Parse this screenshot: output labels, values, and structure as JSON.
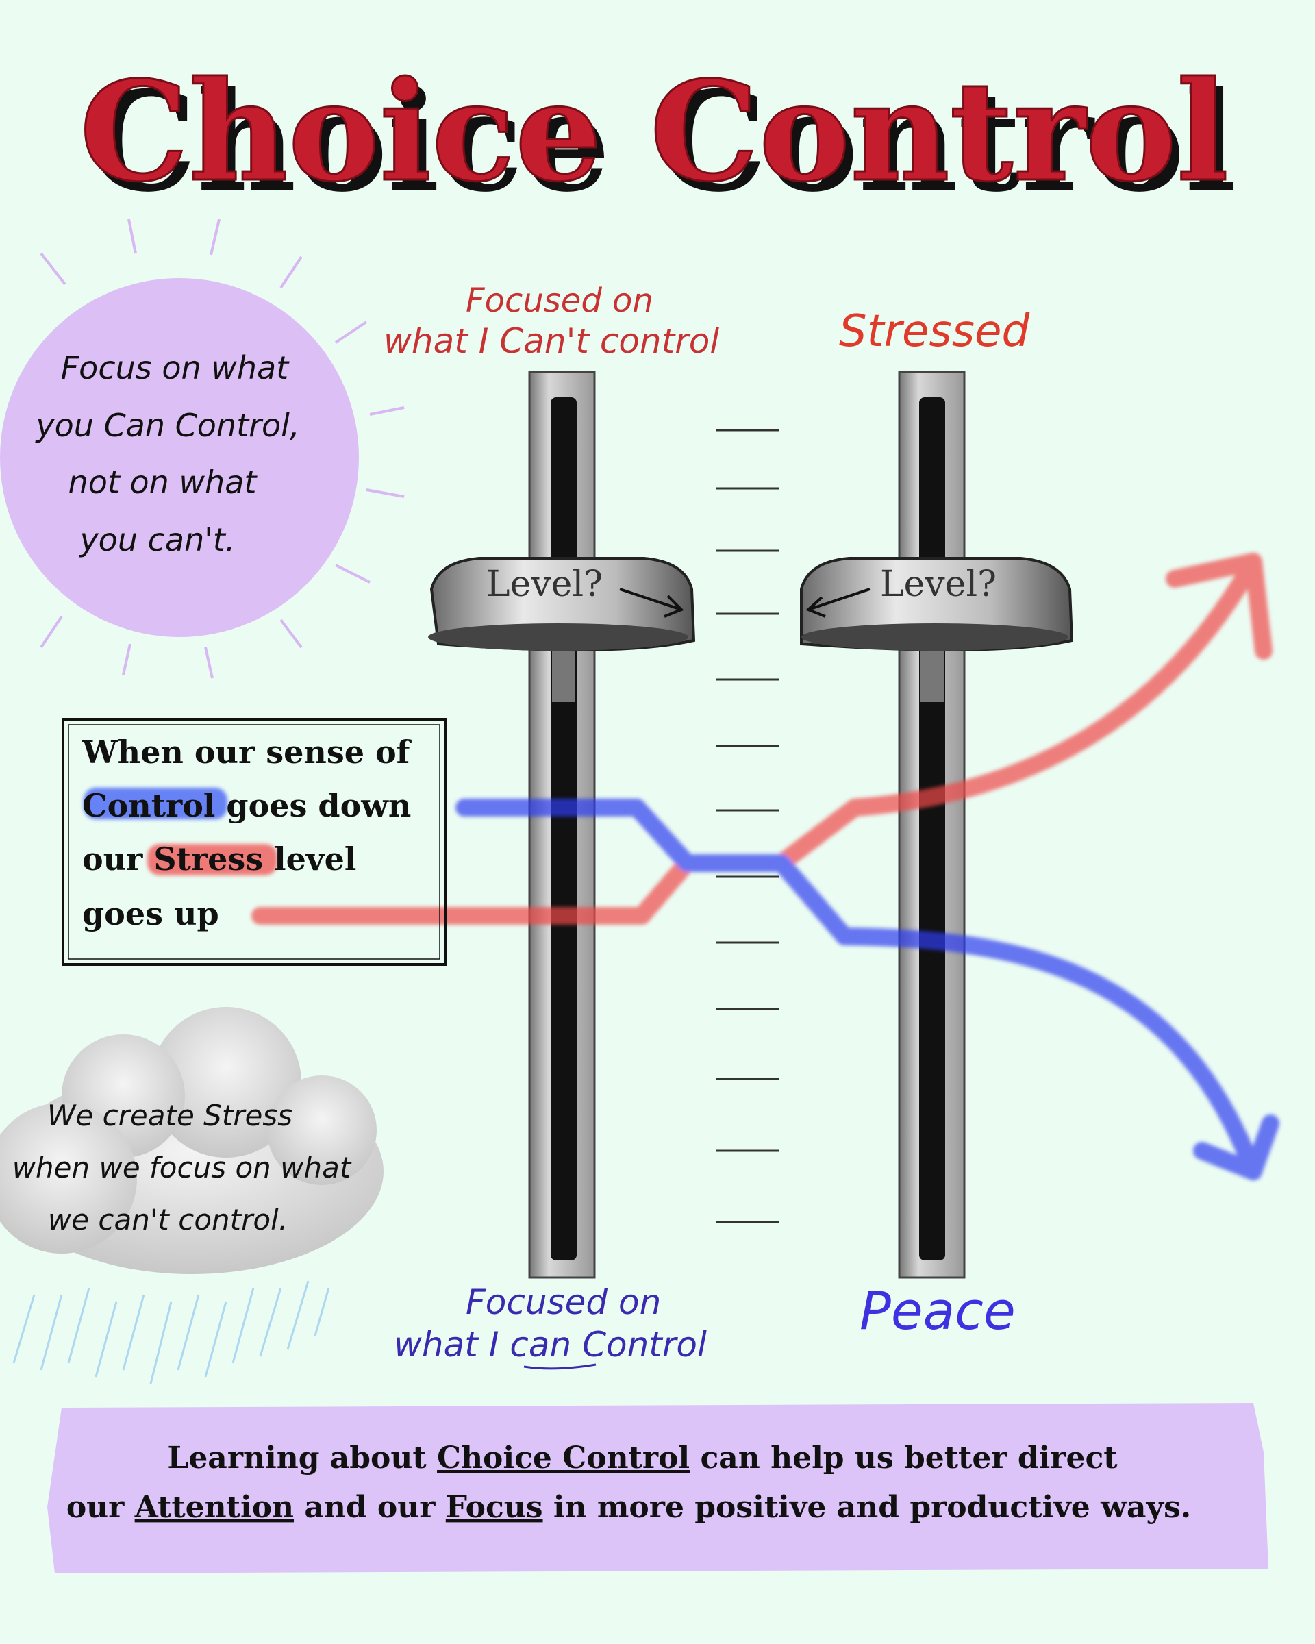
{
  "title": "Choice Control",
  "colors": {
    "background": "#ebfcf3",
    "title": "#c41e2e",
    "stress": "#e03a3a",
    "control": "#3340e0",
    "sun": "#dcc0f5",
    "banner": "#dcc4f8",
    "label_top": "#c83232",
    "label_bottom": "#3a2ab0"
  },
  "sun": {
    "lines": [
      "Focus on what",
      "you Can Control,",
      "not on what",
      "you can't."
    ]
  },
  "top_labels": {
    "left_line1": "Focused on",
    "left_line2": "what I Can't control",
    "right": "Stressed"
  },
  "bottom_labels": {
    "left_line1": "Focused on",
    "left_line2": "what I can Control",
    "right": "Peace"
  },
  "knobs": {
    "left": "Level?",
    "right": "Level?"
  },
  "info_box": {
    "line1": "When our sense of",
    "line2_highlight": "Control",
    "line2_rest": " goes down",
    "line3_start": "our ",
    "line3_highlight": "Stress",
    "line3_rest": " level",
    "line4": "goes up"
  },
  "cloud": {
    "lines": [
      "We create Stress",
      "when we focus on what",
      "we can't control."
    ]
  },
  "banner": {
    "line1_start": "Learning about ",
    "line1_u": "Choice Control",
    "line1_end": " can help us better direct",
    "line2_start": "our ",
    "line2_u1": "Attention",
    "line2_mid": " and our ",
    "line2_u2": "Focus",
    "line2_end": " in more positive and productive ways."
  }
}
